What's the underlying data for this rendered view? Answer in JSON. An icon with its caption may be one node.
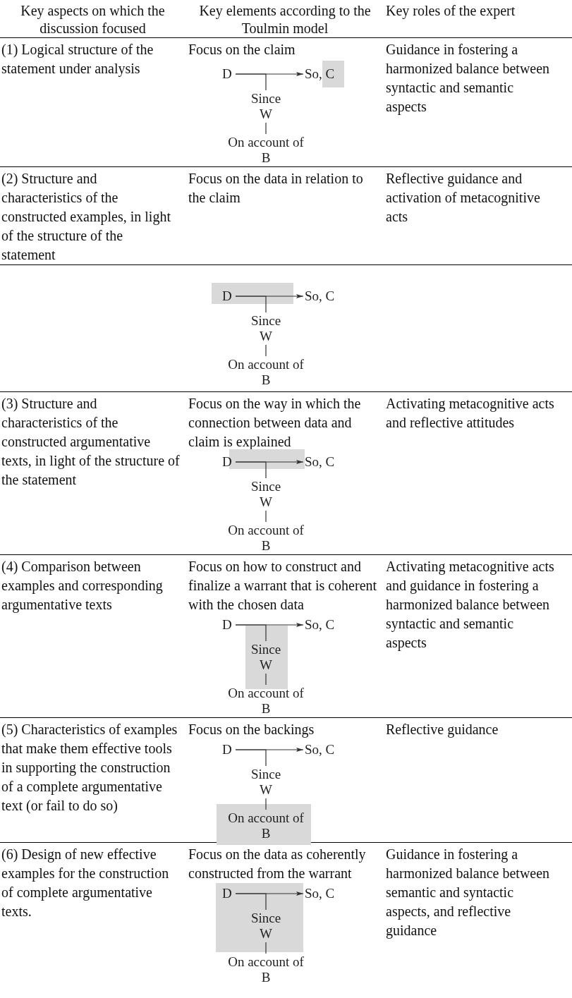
{
  "diagram": {
    "nodes": [
      {
        "text": [
          "D"
        ]
      },
      {
        "text": [
          "So, C"
        ]
      },
      {
        "text": [
          "Since W"
        ]
      },
      {
        "text": [
          "On account of B"
        ]
      },
      {
        "text": [
          "D"
        ]
      },
      {
        "text": [
          "So, C"
        ]
      },
      {
        "text": [
          "Since W"
        ]
      },
      {
        "text": [
          "On account of B"
        ]
      },
      {
        "text": [
          "D"
        ]
      },
      {
        "text": [
          "So, C"
        ]
      },
      {
        "text": [
          "Since W"
        ]
      },
      {
        "text": [
          "On account of B"
        ]
      },
      {
        "text": [
          "D"
        ]
      },
      {
        "text": [
          "So, C"
        ]
      },
      {
        "text": [
          "Since W"
        ]
      },
      {
        "text": [
          "On account of B"
        ]
      },
      {
        "text": [
          "D"
        ]
      },
      {
        "text": [
          "So, C"
        ]
      },
      {
        "text": [
          "Since W"
        ]
      },
      {
        "text": [
          "On account of B"
        ]
      },
      {
        "text": [
          "D"
        ]
      },
      {
        "text": [
          "So, C"
        ]
      },
      {
        "text": [
          "Since W"
        ]
      },
      {
        "text": [
          "On account of B"
        ]
      }
    ],
    "edges": [
      {
        "from": 0,
        "to": 1,
        "arrow": "to"
      },
      {
        "from": 0,
        "to": 2,
        "arrow": "none"
      },
      {
        "from": 2,
        "to": 3,
        "arrow": "none"
      },
      {
        "from": 4,
        "to": 5,
        "arrow": "to"
      },
      {
        "from": 4,
        "to": 6,
        "arrow": "none"
      },
      {
        "from": 6,
        "to": 7,
        "arrow": "none"
      },
      {
        "from": 8,
        "to": 9,
        "arrow": "to"
      },
      {
        "from": 8,
        "to": 10,
        "arrow": "none"
      },
      {
        "from": 10,
        "to": 11,
        "arrow": "none"
      },
      {
        "from": 12,
        "to": 13,
        "arrow": "to"
      },
      {
        "from": 12,
        "to": 14,
        "arrow": "none"
      },
      {
        "from": 14,
        "to": 15,
        "arrow": "none"
      },
      {
        "from": 16,
        "to": 17,
        "arrow": "to"
      },
      {
        "from": 16,
        "to": 18,
        "arrow": "none"
      },
      {
        "from": 18,
        "to": 19,
        "arrow": "none"
      },
      {
        "from": 20,
        "to": 21,
        "arrow": "to"
      },
      {
        "from": 20,
        "to": 22,
        "arrow": "none"
      },
      {
        "from": 22,
        "to": 23,
        "arrow": "none"
      }
    ],
    "labels": [
      "Key aspects on which the discussion focused",
      "Key elements according to the Toulmin model",
      "Key roles of the expert",
      "(1) Logical structure of the statement under analysis",
      "Focus on the claim",
      "Guidance in fostering a harmonized balance between syntactic and semantic aspects",
      "(2) Structure and characteristics of the constructed examples, in light of the structure of the statement",
      "Focus on the data in relation to the claim",
      "Reflective guidance and activation of metacognitive acts",
      "(3) Structure and characteristics of the constructed argumentative texts, in light of the structure of the statement",
      "Focus on the way in which the connection between data and claim is explained",
      "Activating metacognitive acts and reflective attitudes",
      "(4) Comparison between examples and corresponding argumentative texts",
      "Focus on how to construct and finalize a warrant that is coherent with the chosen data",
      "Activating metacognitive acts and guidance in fostering a harmonized balance between syntactic and semantic aspects",
      "(5) Characteristics of examples that make them effective tools in supporting the construction of a complete argumentative text (or fail to do so)",
      "Focus on the backings",
      "Reflective guidance",
      "(6) Design of new effective examples for the construction of complete argumentative texts.",
      "Focus on the data as coherently constructed from the warrant",
      "Guidance in fostering a harmonized balance between semantic and syntactic aspects, and reflective guidance"
    ]
  }
}
